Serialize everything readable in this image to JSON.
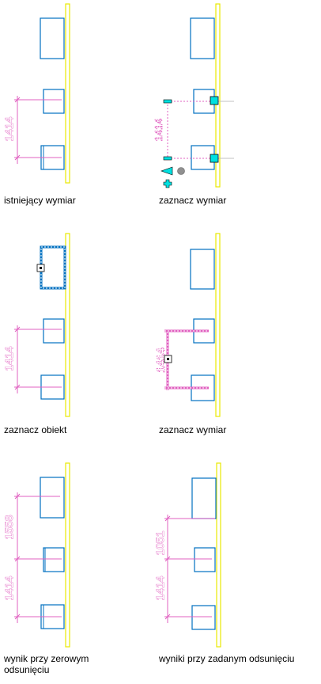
{
  "captions": {
    "p1": "istniejący wymiar",
    "p2": "zaznacz wymiar",
    "p3": "zaznacz obiekt",
    "p4": "zaznacz wymiar",
    "p5": "wynik przy zerowym odsunięciu",
    "p6": "wyniki przy zadanym odsunięciu"
  },
  "dimensions": {
    "p1": "1414",
    "p2": "1414",
    "p3": "1414",
    "p4": "1414",
    "p5_top": "1558",
    "p5_bottom": "1414",
    "p6_top": "1051",
    "p6_bottom": "1414"
  },
  "colors": {
    "wall": "#ffff00",
    "object": "#0070c0",
    "dimension": "#e060c0",
    "grip": "#00e0e0"
  },
  "icons": {
    "grip_square": "cyan-square-grip",
    "grip_dash": "cyan-dash-grip",
    "grip_triangle": "cyan-triangle-grip",
    "grip_plus": "cyan-plus-grip",
    "grip_circle": "gray-circle-grip"
  }
}
